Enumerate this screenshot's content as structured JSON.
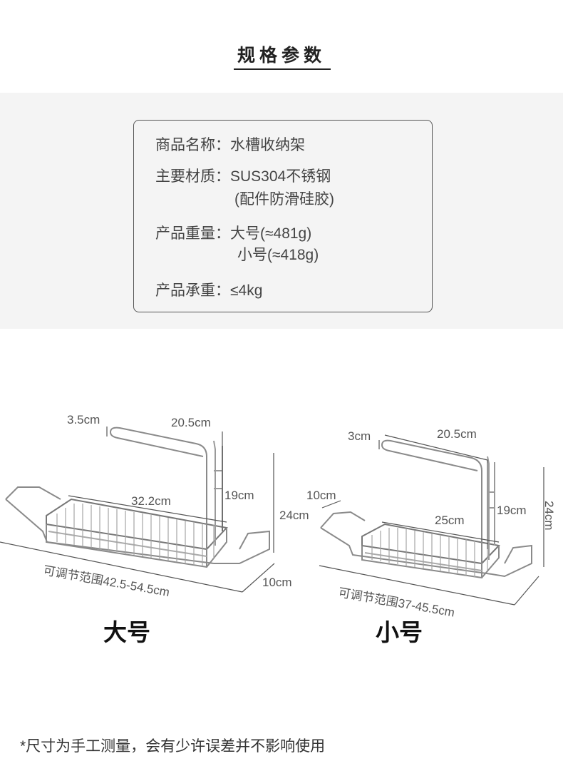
{
  "header": {
    "title": "规格参数"
  },
  "spec": {
    "name_label": "商品名称：",
    "name_value": "水槽收纳架",
    "material_label": "主要材质：",
    "material_value": "SUS304不锈钢",
    "material_note": "(配件防滑硅胶)",
    "weight_label": "产品重量：",
    "weight_large": "大号(≈481g)",
    "weight_small": "小号(≈418g)",
    "load_label": "产品承重：",
    "load_value": "≤4kg"
  },
  "large": {
    "label": "大号",
    "dim_hook": "3.5cm",
    "dim_top": "20.5cm",
    "dim_basket": "32.2cm",
    "dim_height": "19cm",
    "dim_depth": "10cm",
    "dim_range": "可调节范围42.5-54.5cm"
  },
  "small": {
    "label": "小号",
    "dim_hook": "3cm",
    "dim_top": "20.5cm",
    "dim_left": "10cm",
    "dim_left2": "24cm",
    "dim_basket": "25cm",
    "dim_height": "19cm",
    "dim_side": "24cm",
    "dim_range": "可调节范围37-45.5cm"
  },
  "footer": {
    "note": "*尺寸为手工测量，会有少许误差并不影响使用"
  }
}
